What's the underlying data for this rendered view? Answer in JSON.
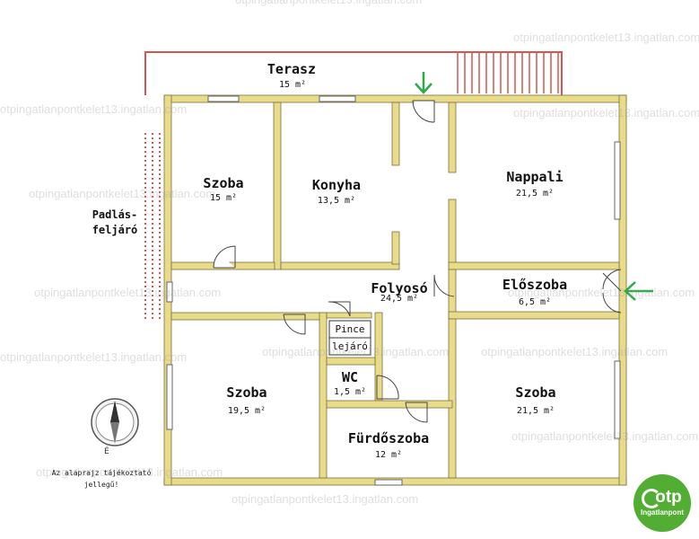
{
  "rooms": {
    "terasz": {
      "name": "Terasz",
      "area": "15 m²"
    },
    "szoba_top": {
      "name": "Szoba",
      "area": "15 m²"
    },
    "konyha": {
      "name": "Konyha",
      "area": "13,5 m²"
    },
    "nappali": {
      "name": "Nappali",
      "area": "21,5 m²"
    },
    "folyoso": {
      "name": "Folyosó",
      "area": "24,5 m²"
    },
    "eloszoba": {
      "name": "Előszoba",
      "area": "6,5 m²"
    },
    "szoba_left": {
      "name": "Szoba",
      "area": "19,5 m²"
    },
    "wc": {
      "name": "WC",
      "area": "1,5 m²"
    },
    "furdoszoba": {
      "name": "Fürdőszoba",
      "area": "12 m²"
    },
    "szoba_right": {
      "name": "Szoba",
      "area": "21,5 m²"
    }
  },
  "labels": {
    "padlas": "Padlás-",
    "feljaro": "feljáró",
    "pince": "Pince",
    "lejaro": "lejáró"
  },
  "compass": {
    "north": "É"
  },
  "note": {
    "line1": "Az alaprajz tájékoztató",
    "line2": "jellegű!"
  },
  "watermark": "otpingatlanpontkelet13.ingatlan.com",
  "logo": {
    "brand": "otp",
    "sub": "Ingatlanpont"
  },
  "colors": {
    "wall": "#e8dc8a",
    "wall_edge": "#7a7040",
    "terrace": "#d9534f",
    "arrow": "#2fa84a",
    "logo": "#52ae32"
  }
}
